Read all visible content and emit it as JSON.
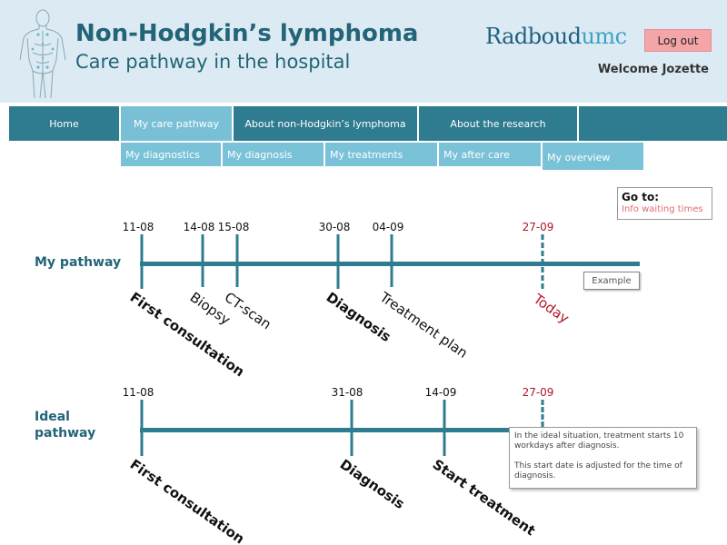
{
  "header": {
    "title": "Non-Hodgkin’s lymphoma",
    "subtitle": "Care pathway in the hospital",
    "brand_main": "Radboud",
    "brand_suffix": "umc",
    "logout_label": "Log out",
    "welcome": "Welcome Jozette"
  },
  "nav": {
    "tabs": [
      {
        "label": "Home"
      },
      {
        "label": "My care pathway"
      },
      {
        "label": "About non-Hodgkin’s lymphoma"
      },
      {
        "label": "About the research"
      },
      {
        "label": ""
      }
    ],
    "subtabs": [
      {
        "label": "My diagnostics"
      },
      {
        "label": "My diagnosis"
      },
      {
        "label": "My treatments"
      },
      {
        "label": "My after care"
      },
      {
        "label": "My overview"
      }
    ]
  },
  "goto": {
    "title": "Go to:",
    "link": "Info waiting times"
  },
  "my_pathway": {
    "label": "My pathway",
    "events": [
      {
        "date": "11-08",
        "label": "First consultation",
        "bold": true
      },
      {
        "date": "14-08",
        "label": "Biopsy",
        "bold": false
      },
      {
        "date": "15-08",
        "label": "CT-scan",
        "bold": false
      },
      {
        "date": "30-08",
        "label": "Diagnosis",
        "bold": true
      },
      {
        "date": "04-09",
        "label": "Treatment plan",
        "bold": false
      },
      {
        "date": "27-09",
        "label": "Today",
        "bold": false,
        "today": true
      }
    ],
    "example_label": "Example"
  },
  "ideal_pathway": {
    "label_line1": "Ideal",
    "label_line2": "pathway",
    "events": [
      {
        "date": "11-08",
        "label": "First consultation",
        "bold": true
      },
      {
        "date": "31-08",
        "label": "Diagnosis",
        "bold": true
      },
      {
        "date": "14-09",
        "label": "Start treatment",
        "bold": true
      },
      {
        "date": "27-09",
        "label": "",
        "bold": false,
        "today": true
      }
    ],
    "tooltip_line1": "In the ideal situation, treatment starts 10 workdays after diagnosis.",
    "tooltip_line2": "This start date is adjusted for the time of diagnosis."
  },
  "colors": {
    "header_bg": "#dcebf3",
    "nav_bg": "#2f7c90",
    "nav_active": "#79c0d6",
    "accent_text": "#236478",
    "today_red": "#b0162b",
    "logout_bg": "#f4a5a8"
  },
  "icons": {
    "header_figure": "human-lymphatic-system-figure"
  }
}
